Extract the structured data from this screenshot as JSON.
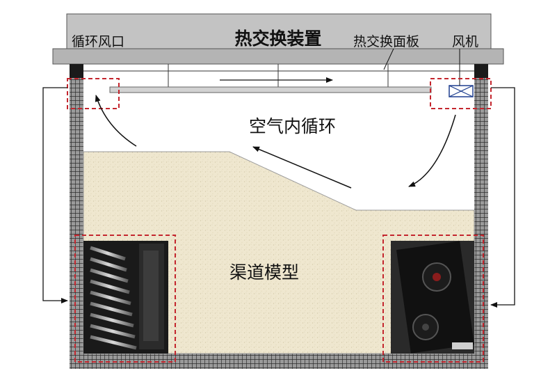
{
  "labels": {
    "heat_exchange_device": "热交换装置",
    "circulation_vent": "循环风口",
    "heat_exchange_panel": "热交换面板",
    "fan": "风机",
    "internal_air_circulation": "空气内循环",
    "channel_model": "渠道模型"
  },
  "colors": {
    "top_plate": "#c3c3c3",
    "frame_grid": "#3a3a3a",
    "sand": "#efe7cf",
    "dashed_box": "#c4262e",
    "fan_box": "#1f3f8f",
    "arrow": "#111111"
  }
}
